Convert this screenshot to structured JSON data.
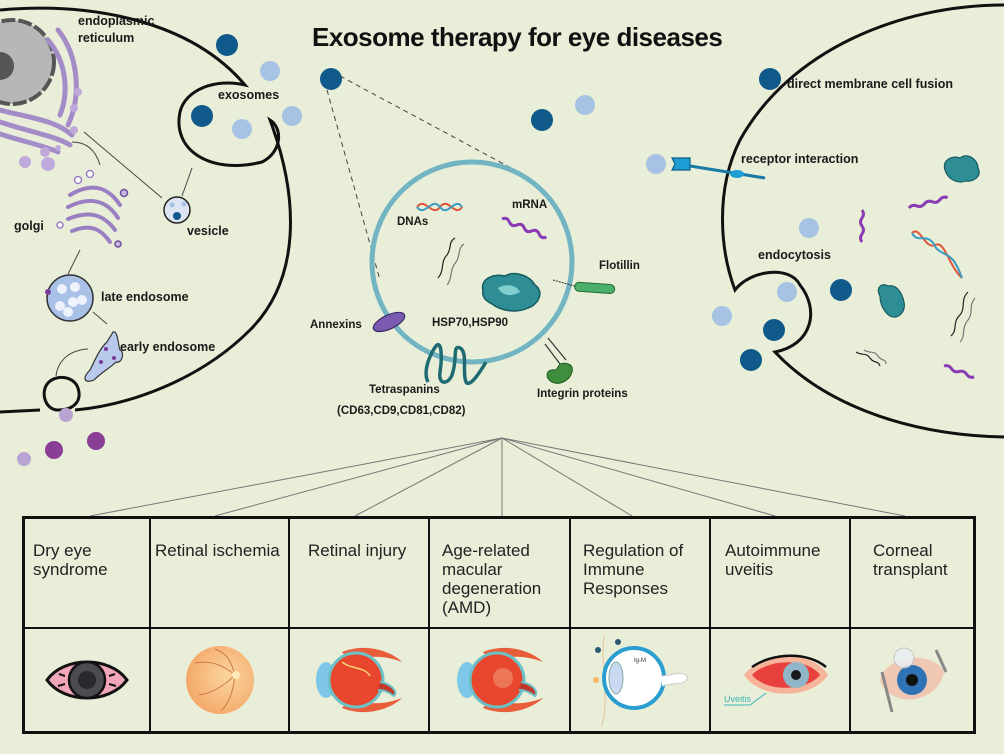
{
  "title": "Exosome therapy for eye diseases",
  "donor_cell": {
    "labels": {
      "er": "endoplasmic\nreticulum",
      "er_line1": "endoplasmic",
      "er_line2": "reticulum",
      "exosomes": "exosomes",
      "golgi": "golgi",
      "vesicle": "vesicle",
      "late_endosome": "late endosome",
      "early_endosome": "early endosome"
    }
  },
  "exosome_detail": {
    "labels": {
      "dnas": "DNAs",
      "mrna": "mRNA",
      "flotillin": "Flotillin",
      "annexins": "Annexins",
      "hsp": "HSP70,HSP90",
      "tetraspanins": "Tetraspanins",
      "tetraspanins_list": "(CD63,CD9,CD81,CD82)",
      "integrin": "Integrin proteins"
    }
  },
  "recipient_cell": {
    "uptake_mechanisms": [
      "direct membrane cell fusion",
      "receptor interaction",
      "endocytosis"
    ]
  },
  "diseases": [
    {
      "name": "Dry eye\nsyndrome",
      "icon": "dry-eye-icon"
    },
    {
      "name": "Retinal ischemia",
      "icon": "retina-fundus-icon"
    },
    {
      "name": "Retinal injury",
      "icon": "eye-cross-section-icon"
    },
    {
      "name": "Age-related\nmacular\ndegeneration\n(AMD)",
      "icon": "amd-eye-cross-section-icon"
    },
    {
      "name": "Regulation of\nImmune\nResponses",
      "icon": "immune-eye-diagram-icon"
    },
    {
      "name": "Autoimmune\nuveitis",
      "icon": "red-eye-icon",
      "icon_caption": "Uveitis"
    },
    {
      "name": "Corneal\ntransplant",
      "icon": "corneal-transplant-icon"
    }
  ],
  "colors": {
    "background": "#e9eed8",
    "exosome_dark": "#0f5a8a",
    "exosome_light": "#a6c3e3",
    "membrane_teal": "#6fb3c2",
    "organelle_purple": "#b9a3d3",
    "mrna_purple": "#8a3cb4"
  }
}
